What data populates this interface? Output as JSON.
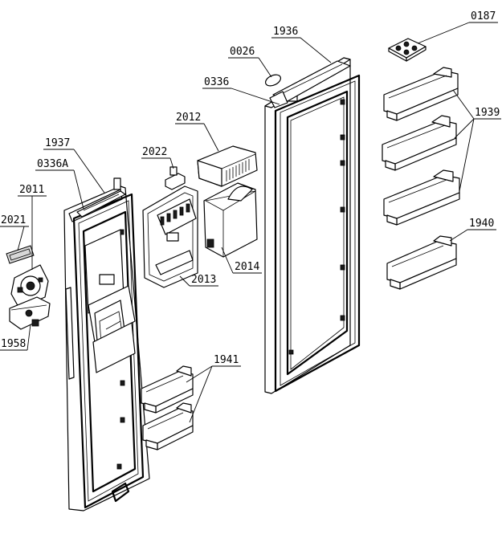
{
  "labels": {
    "p0187": "0187",
    "p1936": "1936",
    "p0026": "0026",
    "p0336": "0336",
    "p1939": "1939",
    "p2012": "2012",
    "p2022": "2022",
    "p1937": "1937",
    "p0336A": "0336A",
    "p2011": "2011",
    "p2021": "2021",
    "p2014": "2014",
    "p2013": "2013",
    "p1940": "1940",
    "p1958": "1958",
    "p1941": "1941"
  }
}
